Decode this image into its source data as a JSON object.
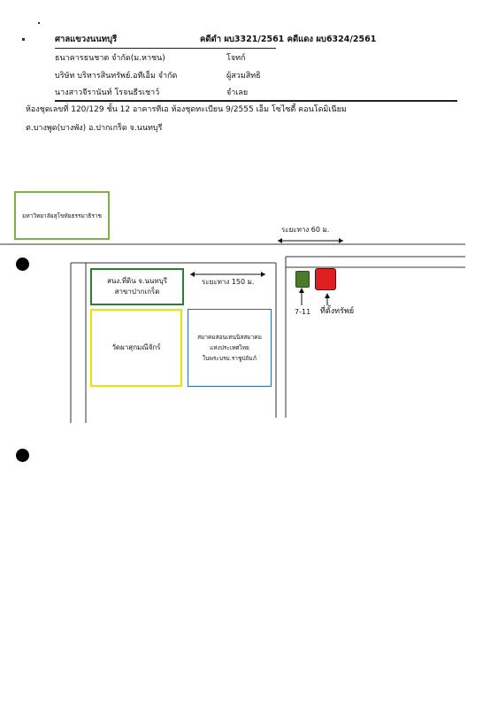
{
  "header": {
    "court": "ศาลแขวงนนทบุรี",
    "case_numbers": "คดีดำ ผบ3321/2561 คดีแดง ผบ6324/2561",
    "parties": [
      {
        "name": "ธนาคารธนชาต จำกัด(ม.หาชน)",
        "role": "โจทก์"
      },
      {
        "name": "บริษัท บริหารสินทรัพย์.อทีเอ็ม จำกัด",
        "role": "ผู้สวมสิทธิ"
      },
      {
        "name": "นางสาวจีรานันท์ โรจนธีรเชาว์",
        "role": "จำเลย"
      }
    ]
  },
  "address": {
    "line1": "ห้องชุดเลขที่ 120/129 ชั้น 12 อาคารทีเอ ห้องชุดทะเบียน 9/2555 เอ็ม โซไซตี้ คอนโดมิเนียม",
    "line2": "ต.บางพูด(บางพัง) อ.ปากเกร็ด จ.นนทบุรี"
  },
  "map": {
    "university": "มหาวิทยาลัยสุโขทัยธรรมาธิราช",
    "distance_60": "ระยะทาง 60 ม.",
    "land_office_line1": "สนง.ที่ดิน จ.นนทบุรี",
    "land_office_line2": "สาขาปากเกร็ด",
    "distance_150": "ระยะทาง 150 ม.",
    "temple": "วัดผาสุกมณีจักร์",
    "association_line1": "สมาคมสอนเทนนิสสมาคม",
    "association_line2": "แห่งประเทศไทย",
    "association_line3": "ในพระบรม.ราชูปถัมภ์",
    "seven_eleven": "7-11",
    "property_label": "ที่ตั้งทรัพย์"
  },
  "colors": {
    "university_border": "#7cb342",
    "land_office_border": "#2e7d32",
    "temple_border": "#e6e600",
    "association_border": "#2e6da4",
    "seven_eleven_fill": "#4a7a2a",
    "property_fill": "#e02020"
  }
}
